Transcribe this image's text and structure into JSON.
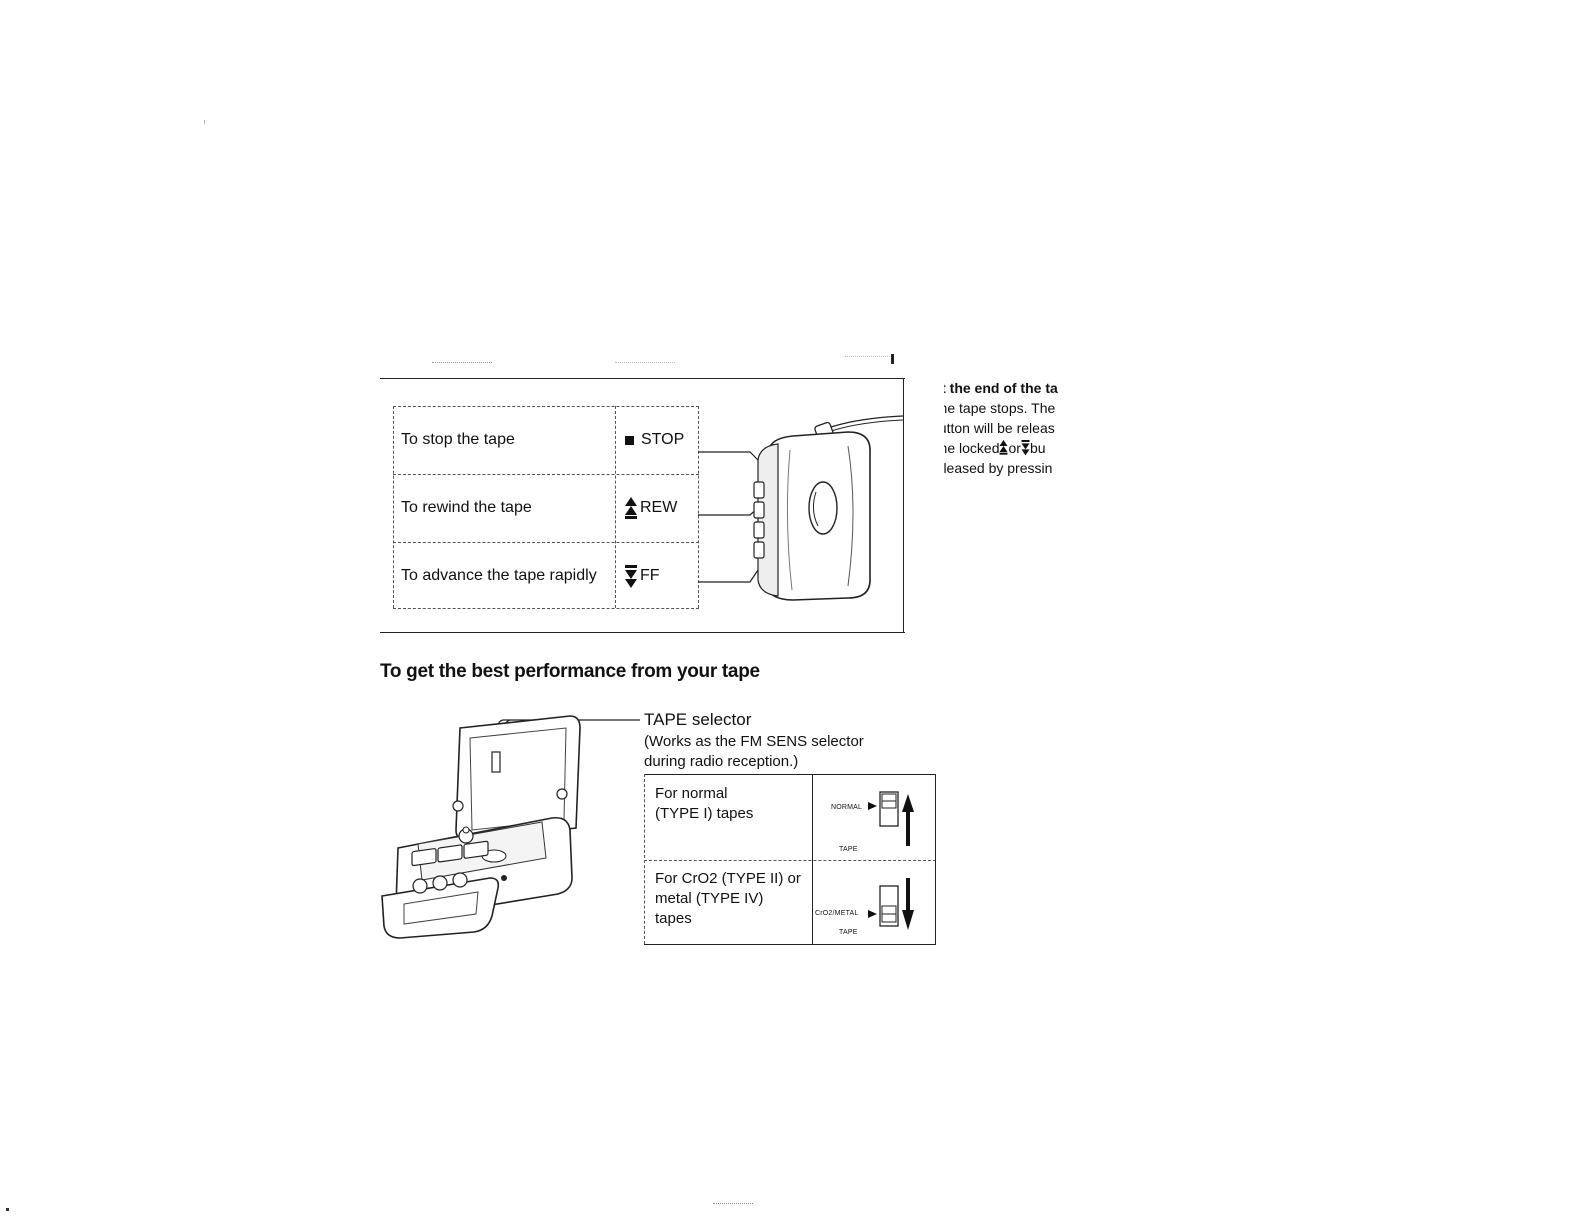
{
  "controls_table": {
    "rows": [
      {
        "action": "To stop the tape",
        "button": "STOP",
        "icon": "stop-square-icon"
      },
      {
        "action": "To rewind the tape",
        "button": "REW",
        "icon": "rewind-arrow-icon"
      },
      {
        "action": "To advance the tape rapidly",
        "button": "FF",
        "icon": "fast-forward-arrow-icon"
      }
    ]
  },
  "end_of_tape": {
    "title": "At the end of the ta",
    "lines": [
      "The tape stops. The",
      "button will be releas",
      "The locked",
      "or",
      "bu",
      "released by pressin"
    ]
  },
  "performance": {
    "title": "To get the best performance from your tape",
    "selector_label": "TAPE selector",
    "selector_note_1": "(Works as the FM SENS selector",
    "selector_note_2": "during radio reception.)",
    "rows": [
      {
        "line1": "For normal",
        "line2": "(TYPE I) tapes",
        "line3": "",
        "switch_label": "NORMAL",
        "caption": "TAPE"
      },
      {
        "line1": "For CrO2 (TYPE II) or",
        "line2": "metal (TYPE IV)",
        "line3": "tapes",
        "switch_label": "CrO2/METAL",
        "caption": "TAPE"
      }
    ]
  }
}
